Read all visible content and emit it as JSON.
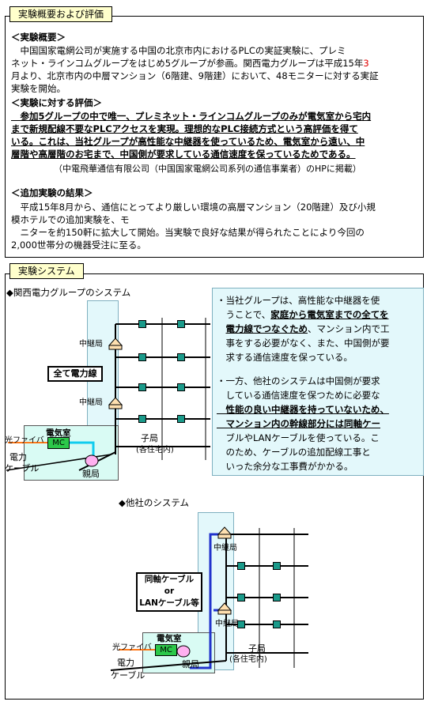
{
  "section1": {
    "tab_label": "実験概要および評価",
    "overview_heading": "＜実験概要＞",
    "overview_lines": [
      "　中国国家電網公司が実施する中国の北京市内におけるPLCの実証実験に、プレミ",
      "ネット・ラインコムグループをはじめ5グループが参画。関西電力グループは平成15年",
      "月より、北京市内の中層マンション（6階建、9階建）において、48モニターに対する実証",
      "実験を開始。"
    ],
    "overview_red_digit": "3",
    "evaluation_heading": "＜実験に対する評価＞",
    "evaluation_lines": [
      "　参加5グループの中で唯一、プレミネット・ラインコムグループのみが電気室から宅内",
      "まで新規配線不要なPLCアクセスを実現。理想的なPLC接続方式という高評価を得て",
      "いる。これは、当社グループが高性能な中継器を使っているため、電気室から遠い、中",
      "層階や高層階のお宅まで、中国側が要求している通信速度を保っているためである。"
    ],
    "evaluation_source": "（中電飛華通信有限公司（中国国家電網公司系列の通信事業者）のHPに掲載）",
    "additional_heading": "＜追加実験の結果＞",
    "additional_lines": [
      "　平成15年8月から、通信にとってより厳しい環境の高層マンション（20階建）及び小規",
      "模ホテルでの追加実験を、モ",
      "　ニターを約150軒に拡大して開始。当実験で良好な結果が得られたことにより今回の",
      "2,000世帯分の機器受注に至る。"
    ]
  },
  "section2": {
    "tab_label": "実験システム",
    "kansai": {
      "title": "◆関西電力グループのシステム",
      "relay_upper": "中継局",
      "relay_lower": "中継局",
      "all_power_line": "全て電力線",
      "electric_room": "電気室",
      "mc": "MC",
      "fiber": "光ファイバ",
      "power": "電力",
      "cable": "ケーブル",
      "parent": "親局",
      "child": "子局",
      "child_sub": "(各住宅内)"
    },
    "note": {
      "p1_lines": [
        "・当社グループは、高性能な中継器を使",
        "　うことで、家庭から電気室までの全てを",
        "　電力線でつなぐため、マンション内で工",
        "　事をする必要がなく、また、中国側が要",
        "　求する通信速度を保っている。"
      ],
      "p2_lines": [
        "・一方、他社のシステムは中国側が要求",
        "　している通信速度を保つために必要な",
        "　性能の良い中継器を持っていないため、",
        "　マンション内の幹線部分には同軸ケー",
        "　ブルやLANケーブルを使っている。こ",
        "　のため、ケーブルの追加配線工事と",
        "　いった余分な工事費がかかる。"
      ]
    },
    "other": {
      "title": "◆他社のシステム",
      "relay_upper": "中継局",
      "relay_lower": "中継局",
      "coax_line1": "同軸ケーブル",
      "coax_line2": "or",
      "coax_line3": "LANケーブル等",
      "electric_room": "電気室",
      "mc": "MC",
      "fiber": "光ファイバ",
      "power": "電力",
      "cable": "ケーブル",
      "parent": "親局",
      "child": "子局",
      "child_sub": "(各住宅内)"
    }
  }
}
